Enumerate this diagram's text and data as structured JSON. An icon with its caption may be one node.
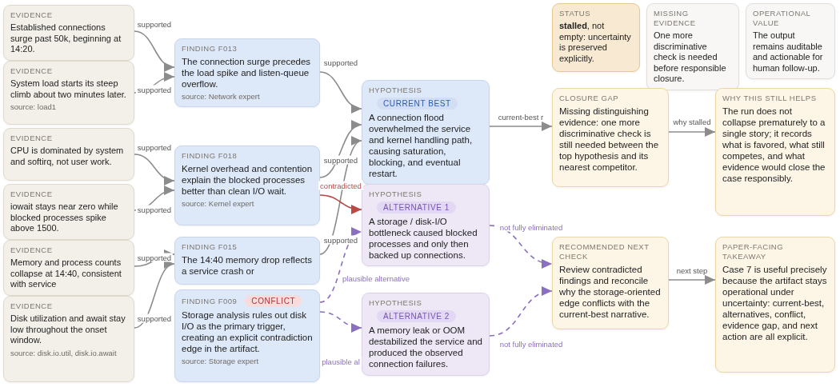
{
  "diagram": {
    "nodes": [
      {
        "text": [
          "EVIDENCE",
          "Established connections surge past 50k, beginning at 14:20."
        ]
      },
      {
        "text": [
          "EVIDENCE",
          "System load starts its steep climb about two minutes later.",
          "source: load1"
        ]
      },
      {
        "text": [
          "EVIDENCE",
          "CPU is dominated by system and softirq, not user work."
        ]
      },
      {
        "text": [
          "EVIDENCE",
          "iowait stays near zero while blocked processes spike above 1500."
        ]
      },
      {
        "text": [
          "EVIDENCE",
          "Memory and process counts collapse at 14:40, consistent with service"
        ]
      },
      {
        "text": [
          "EVIDENCE",
          "Disk utilization and await stay low throughout the onset window.",
          "source: disk.io.util, disk.io.await"
        ]
      },
      {
        "text": [
          "FINDING F013",
          "The connection surge precedes the load spike and listen-queue overflow.",
          "source: Network expert"
        ]
      },
      {
        "text": [
          "FINDING F018",
          "Kernel overhead and contention explain the blocked processes better than clean I/O wait.",
          "source: Kernel expert"
        ]
      },
      {
        "text": [
          "FINDING F015",
          "The 14:40 memory drop reflects a service crash or"
        ]
      },
      {
        "text": [
          "FINDING F009",
          "CONFLICT",
          "Storage analysis rules out disk I/O as the primary trigger, creating an explicit contradiction edge in the artifact.",
          "source: Storage expert"
        ]
      },
      {
        "text": [
          "HYPOTHESIS",
          "CURRENT BEST",
          "A connection flood overwhelmed the service and kernel handling path, causing saturation, blocking, and eventual restart."
        ]
      },
      {
        "text": [
          "HYPOTHESIS",
          "ALTERNATIVE 1",
          "A storage / disk-I/O bottleneck caused blocked processes and only then backed up connections."
        ]
      },
      {
        "text": [
          "HYPOTHESIS",
          "ALTERNATIVE 2",
          "A memory leak or OOM destabilized the service and produced the observed connection failures."
        ]
      },
      {
        "text": [
          "STATUS",
          "**stalled**, not empty: uncertainty is preserved explicitly."
        ]
      },
      {
        "text": [
          "MISSING EVIDENCE",
          "One more discriminative check is needed before responsible closure."
        ]
      },
      {
        "text": [
          "OPERATIONAL VALUE",
          "The output remains auditable and actionable for human follow-up."
        ]
      },
      {
        "text": [
          "CLOSURE GAP",
          "Missing distinguishing evidence: one more discriminative check is still needed between the top hypothesis and its nearest competitor."
        ]
      },
      {
        "text": [
          "WHY THIS STILL HELPS",
          "The run does not collapse prematurely to a single story; it records what is favored, what still competes, and what evidence would close the case responsibly."
        ]
      },
      {
        "text": [
          "RECOMMENDED NEXT CHECK",
          "Review contradicted findings and reconcile why the storage-oriented edge conflicts with the current-best narrative."
        ]
      },
      {
        "text": [
          "PAPER-FACING TAKEAWAY",
          "Case 7 is useful precisely because the artifact stays operational under uncertainty: current-best, alternatives, conflict, evidence gap, and next action are all explicit."
        ]
      }
    ],
    "edges": [
      {
        "from": 0,
        "to": 6,
        "arrow": "to",
        "label": "supported"
      },
      {
        "from": 1,
        "to": 6,
        "arrow": "to",
        "label": "supported"
      },
      {
        "from": 2,
        "to": 7,
        "arrow": "to",
        "label": "supported"
      },
      {
        "from": 3,
        "to": 7,
        "arrow": "to",
        "label": "supported"
      },
      {
        "from": 4,
        "to": 8,
        "arrow": "to",
        "label": "supported"
      },
      {
        "from": 5,
        "to": 8,
        "arrow": "to",
        "label": "supported"
      },
      {
        "from": 6,
        "to": 10,
        "arrow": "to",
        "label": "supported"
      },
      {
        "from": 7,
        "to": 10,
        "arrow": "to",
        "label": "supported"
      },
      {
        "from": 8,
        "to": 10,
        "arrow": "to",
        "label": "supported"
      },
      {
        "from": 7,
        "to": 11,
        "arrow": "to",
        "label": "contradicted",
        "color": "#b94a48"
      },
      {
        "from": 9,
        "to": 11,
        "arrow": "to",
        "label": "plausible alternative",
        "style": "dashed",
        "color": "#8b6fc0"
      },
      {
        "from": 9,
        "to": 12,
        "arrow": "to",
        "label": "plausible al",
        "style": "dashed",
        "color": "#8b6fc0"
      },
      {
        "from": 10,
        "to": 16,
        "arrow": "to",
        "label": "current-best r"
      },
      {
        "from": 16,
        "to": 17,
        "arrow": "to",
        "label": "why stalled"
      },
      {
        "from": 11,
        "to": 18,
        "arrow": "to",
        "label": "not fully eliminated",
        "style": "dashed",
        "color": "#8b6fc0"
      },
      {
        "from": 12,
        "to": 18,
        "arrow": "to",
        "label": "not fully eliminated",
        "style": "dashed",
        "color": "#8b6fc0"
      },
      {
        "from": 18,
        "to": 19,
        "arrow": "to",
        "label": "next step"
      }
    ]
  }
}
